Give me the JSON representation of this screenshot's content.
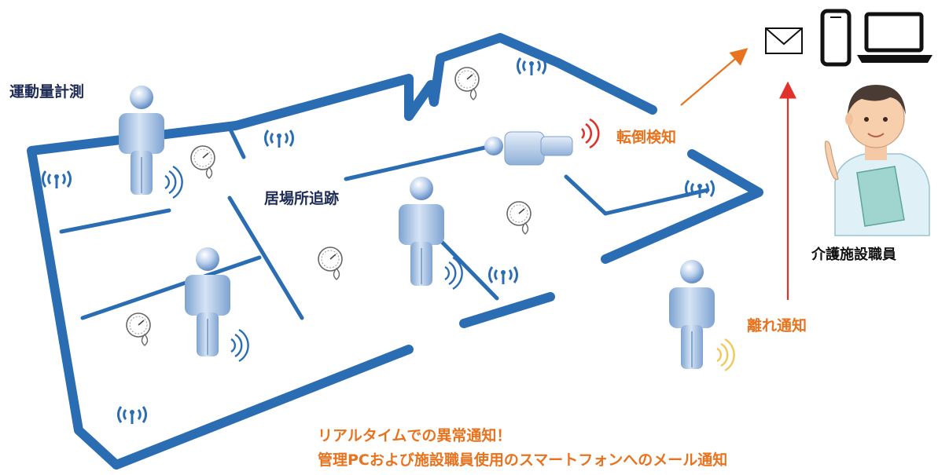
{
  "labels": {
    "activity_measurement": "運動量計測",
    "location_tracking": "居場所追跡",
    "fall_detection": "転倒検知",
    "leaving_notification": "離れ通知",
    "care_staff": "介護施設職員"
  },
  "caption": {
    "line1": "リアルタイムでの異常通知！",
    "line2": "管理PCおよび施設職員使用のスマートフォンへのメール通知"
  },
  "devices": [
    "mail-icon",
    "smartphone-icon",
    "laptop-icon"
  ],
  "colors": {
    "wall": "#2b6db3",
    "accent_orange": "#e8731e",
    "alert_red": "#e0312a",
    "label_dark": "#1d2b55",
    "person_fill": "#a9c3e3"
  }
}
